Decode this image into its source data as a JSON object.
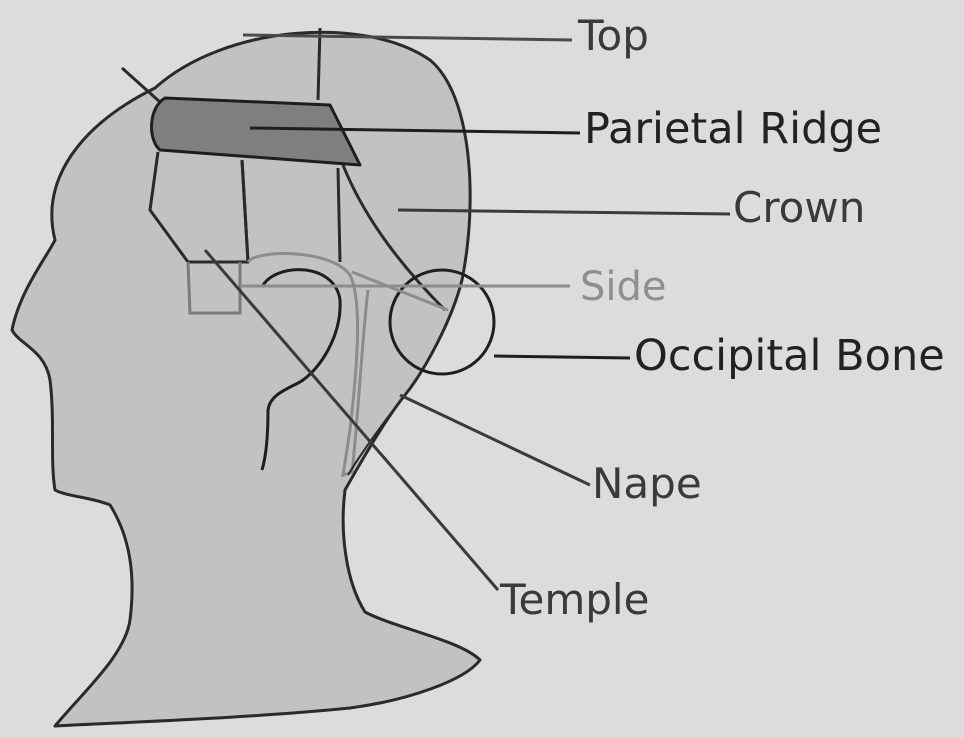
{
  "diagram": {
    "labels": {
      "top": "Top",
      "parietal_ridge": "Parietal Ridge",
      "crown": "Crown",
      "side": "Side",
      "occipital_bone": "Occipital Bone",
      "nape": "Nape",
      "temple": "Temple"
    }
  },
  "colors": {
    "background": "#dcdcdc",
    "head_fill": "#c2c2c2",
    "parietal_fill": "#7f7f7f",
    "outline": "#2a2a2a",
    "side_line": "#8c8c8c",
    "label_dark": "#222222",
    "label_mid": "#3a3a3a",
    "label_light": "#8f8f8f"
  }
}
